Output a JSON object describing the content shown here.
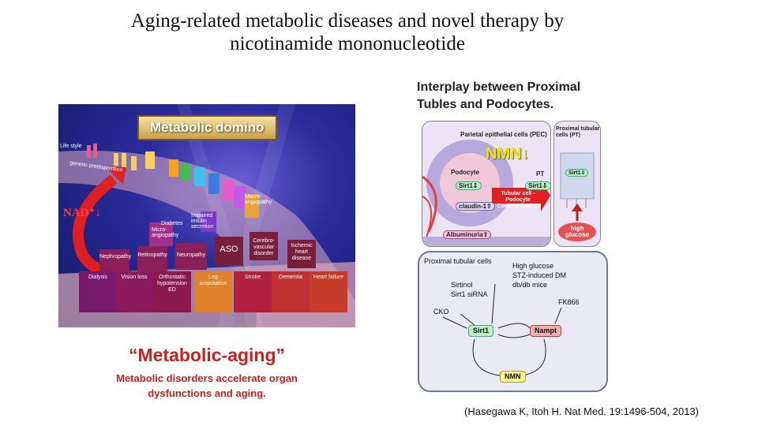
{
  "title": {
    "line1": "Aging-related metabolic diseases and novel therapy by",
    "line2": "nicotinamide mononucleotide"
  },
  "domino": {
    "title": "Metabolic domino",
    "lifestyle": "Life style",
    "genetic": "genetic predisposition",
    "nad": "NAD⁺↓",
    "mid_labels": [
      "Diabetes",
      "Impaired insulin secretion",
      "Macro-angiopathy",
      "Micro-angiopathy"
    ],
    "row2": [
      "Nephropathy",
      "Retinopathy",
      "Neuropathy",
      "ASO",
      "Cerebro-vascular disorder",
      "Ischemic heart disease"
    ],
    "row3": [
      "Dialysis",
      "Vision loss",
      "Orthostatic hypotension ED",
      "Leg amputation",
      "Stroke",
      "Dementia",
      "Heart failure"
    ]
  },
  "caption": {
    "big": "“Metabolic-aging”",
    "small1": "Metabolic disorders accelerate organ",
    "small2": "dysfunctions and aging."
  },
  "interplay": {
    "line1": "Interplay between Proximal",
    "line2": "Tubles and Podocytes."
  },
  "pec": {
    "label": "Parietal epithelial cells (PEC)",
    "nmn": "NMN↓",
    "podocyte": "Podocyte",
    "pt": "PT",
    "sirt1_left": "Sirt1⇩",
    "sirt1_right": "Sirt1⇩",
    "claudin": "claudin-1⇧",
    "tubular": "Tubular cell - Podocyte Communication",
    "albuminuria": "Albuminuria⇧"
  },
  "pt_panel": {
    "label": "Proximal tubular cells (PT)",
    "sirt1": "Sirt1⇩",
    "glucose": "high glucose"
  },
  "lower": {
    "cells": "Proximal tubular cells",
    "conditions": [
      "High glucose",
      "STZ-induced DM",
      "db/db mice"
    ],
    "sirtinol": [
      "Sirtinol",
      "Sirt1 siRNA"
    ],
    "cko": "CKO",
    "fk": "FK866",
    "sirt1": "Sirt1",
    "nampt": "Nampt",
    "nmn": "NMN"
  },
  "citation": "(Hasegawa K, Itoh H. Nat Med. 19:1496-504, 2013)"
}
